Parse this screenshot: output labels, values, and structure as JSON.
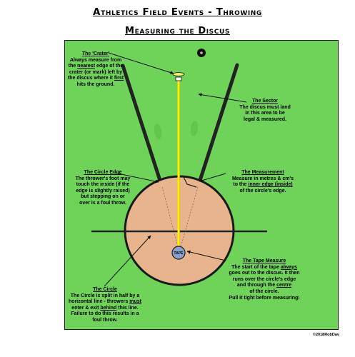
{
  "title": "Athletics Field Events - Throwing",
  "subtitle": "Measuring the Discus",
  "tape_label": "TAPE",
  "copyright": "©2018RobDav",
  "colors": {
    "field": "#6fd35a",
    "circle": "#e8b48e",
    "tape": "#ffee00",
    "tape_marker": "#8aa0cf",
    "lines": "#222222"
  },
  "annotations": {
    "crater": {
      "heading": "The 'Crater'",
      "lines": [
        "Always measure from",
        "the",
        "nearest",
        "edge of the",
        "crater (or mark) left by",
        "the discus where it",
        "first",
        "hits the ground."
      ]
    },
    "sector": {
      "heading": "The Sector",
      "lines": [
        "The discus must land",
        "in this area to be",
        "legal & measured."
      ]
    },
    "circle_edge": {
      "heading": "The Circle Edge",
      "lines": [
        "The thrower's foot may",
        "touch the inside (if the",
        "edge is slightly raised)",
        "but stepping on or",
        "over is a foul throw."
      ]
    },
    "measurement": {
      "heading": "The Measurement",
      "lines": [
        "Measure in metres & cm's",
        "to the",
        "inner edge (inside)",
        "of the circle's edge."
      ]
    },
    "tape_measure": {
      "heading": "The Tape Measure",
      "lines": [
        "The start of the tape",
        "always",
        "goes out to the discus.  It then",
        "runs over the circle's edge",
        "and through the",
        "centre",
        "of the circle.",
        "Pull it tight before measuring!"
      ]
    },
    "circle": {
      "heading": "The Circle",
      "lines": [
        "The Circle is split in half by a",
        "horizontal line - throwers",
        "must",
        "enter & exit",
        "behind",
        "this line.",
        "Failure to do this results in a",
        "foul throw."
      ]
    }
  }
}
